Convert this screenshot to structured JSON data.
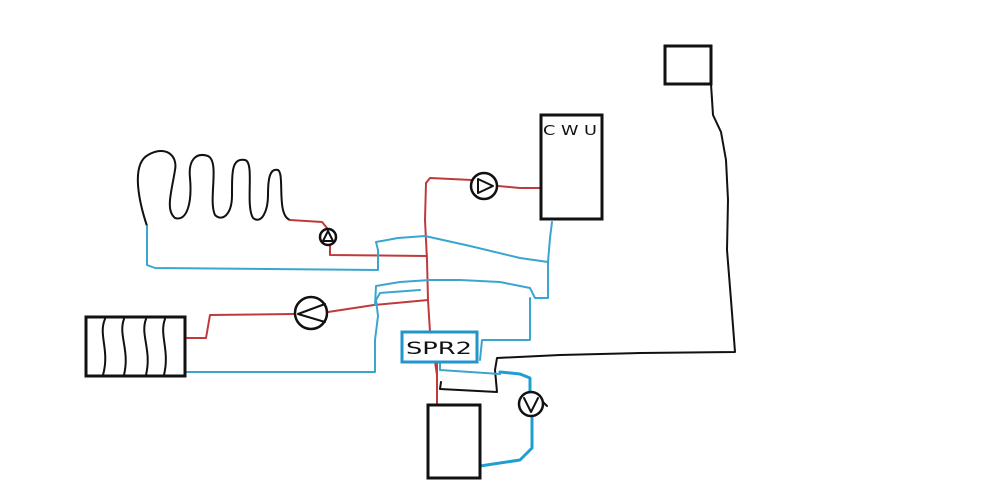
{
  "labels": {
    "cwu_tank": "C W U",
    "controller": "SPR2"
  },
  "colors": {
    "supply_pipe": "#c0393b",
    "return_pipe": "#3aa6cf",
    "control_wire": "#111111",
    "controller_border": "#2196c9"
  },
  "components": [
    {
      "name": "floor-heating-loop",
      "icon": "coil"
    },
    {
      "name": "radiator",
      "icon": "radiator"
    },
    {
      "name": "hot-water-tank",
      "icon": "tank"
    },
    {
      "name": "boiler",
      "icon": "box"
    },
    {
      "name": "thermostat",
      "icon": "box"
    },
    {
      "name": "circulation-pumps",
      "icon": "pump-circle",
      "count": 4
    },
    {
      "name": "controller",
      "icon": "control-box"
    }
  ]
}
